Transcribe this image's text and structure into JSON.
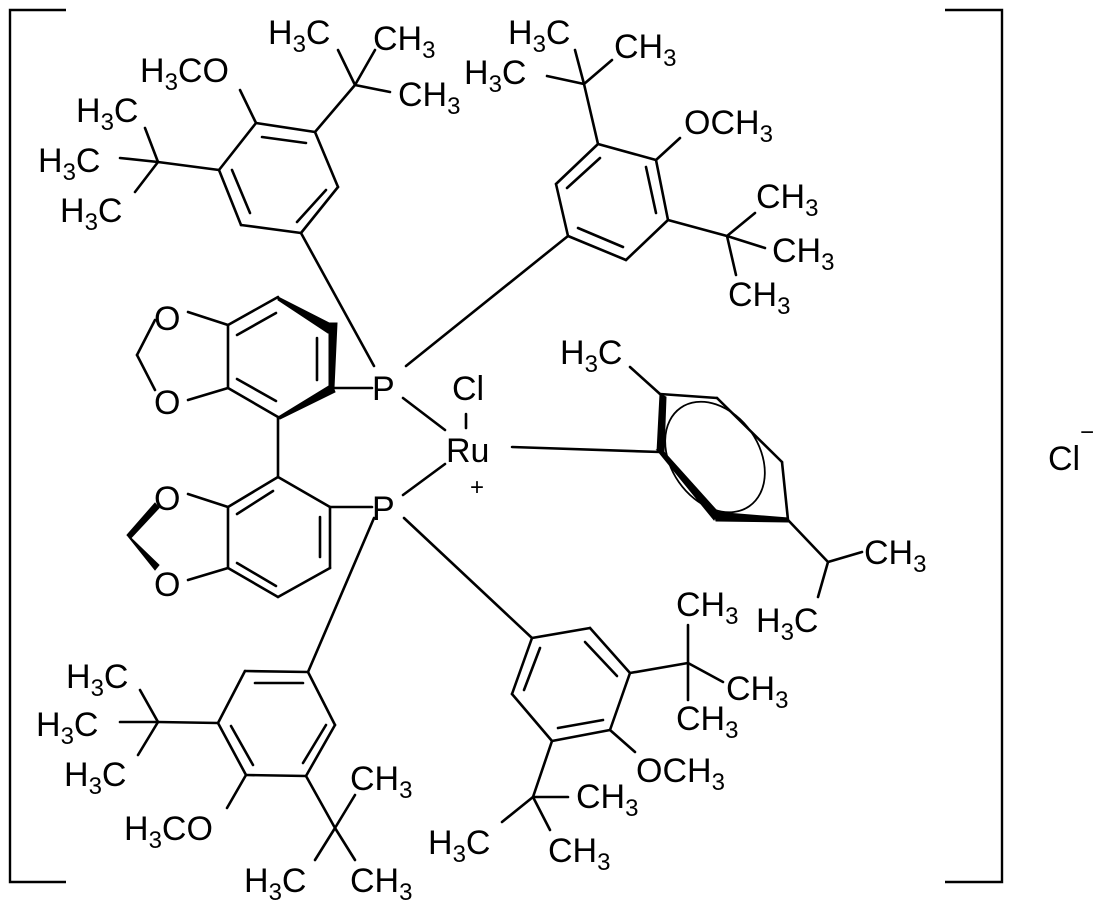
{
  "figure": {
    "type": "chemical-structure",
    "compound": "[RuCl(p-cymene)(DTBM-SEGPHOS)]Cl",
    "complex_charge": "+",
    "counterion": {
      "symbol": "Cl",
      "charge": "−"
    }
  },
  "labels": {
    "metal": "Ru",
    "metal_charge": "+",
    "ru_chloride": "Cl",
    "phosphorus_top": "P",
    "phosphorus_bottom": "P",
    "dioxole_oxygens": [
      "O",
      "O",
      "O",
      "O"
    ],
    "counterion": "Cl",
    "counterion_charge": "−"
  },
  "substituents": {
    "aryl_top_left": {
      "methoxy": {
        "prefix": "H",
        "sub": "3",
        "suffix": "CO"
      },
      "tbu_a": [
        "H3C",
        "CH3",
        "CH3"
      ],
      "tbu_b": [
        "H3C",
        "H3C",
        "H3C"
      ]
    },
    "aryl_top_right": {
      "methoxy": {
        "text": "OCH",
        "sub": "3"
      },
      "tbu_a": [
        "H3C",
        "H3C",
        "CH3"
      ],
      "tbu_b": [
        "CH3",
        "CH3",
        "CH3"
      ]
    },
    "aryl_bottom_left": {
      "methoxy": {
        "prefix": "H",
        "sub": "3",
        "suffix": "CO"
      },
      "tbu_a": [
        "H3C",
        "H3C",
        "H3C"
      ],
      "tbu_b": [
        "CH3",
        "H3C",
        "CH3"
      ]
    },
    "aryl_bottom_right": {
      "methoxy": {
        "text": "OCH",
        "sub": "3"
      },
      "tbu_a": [
        "CH3",
        "CH3",
        "CH3"
      ],
      "tbu_b": [
        "CH3",
        "H3C",
        "CH3"
      ]
    },
    "cymene": {
      "methyl": "H3C",
      "isopropyl": [
        "CH3",
        "H3C"
      ]
    }
  },
  "text": {
    "H": "H",
    "C": "C",
    "CH": "CH",
    "three": "3",
    "CO": "CO",
    "OCH": "OCH"
  }
}
